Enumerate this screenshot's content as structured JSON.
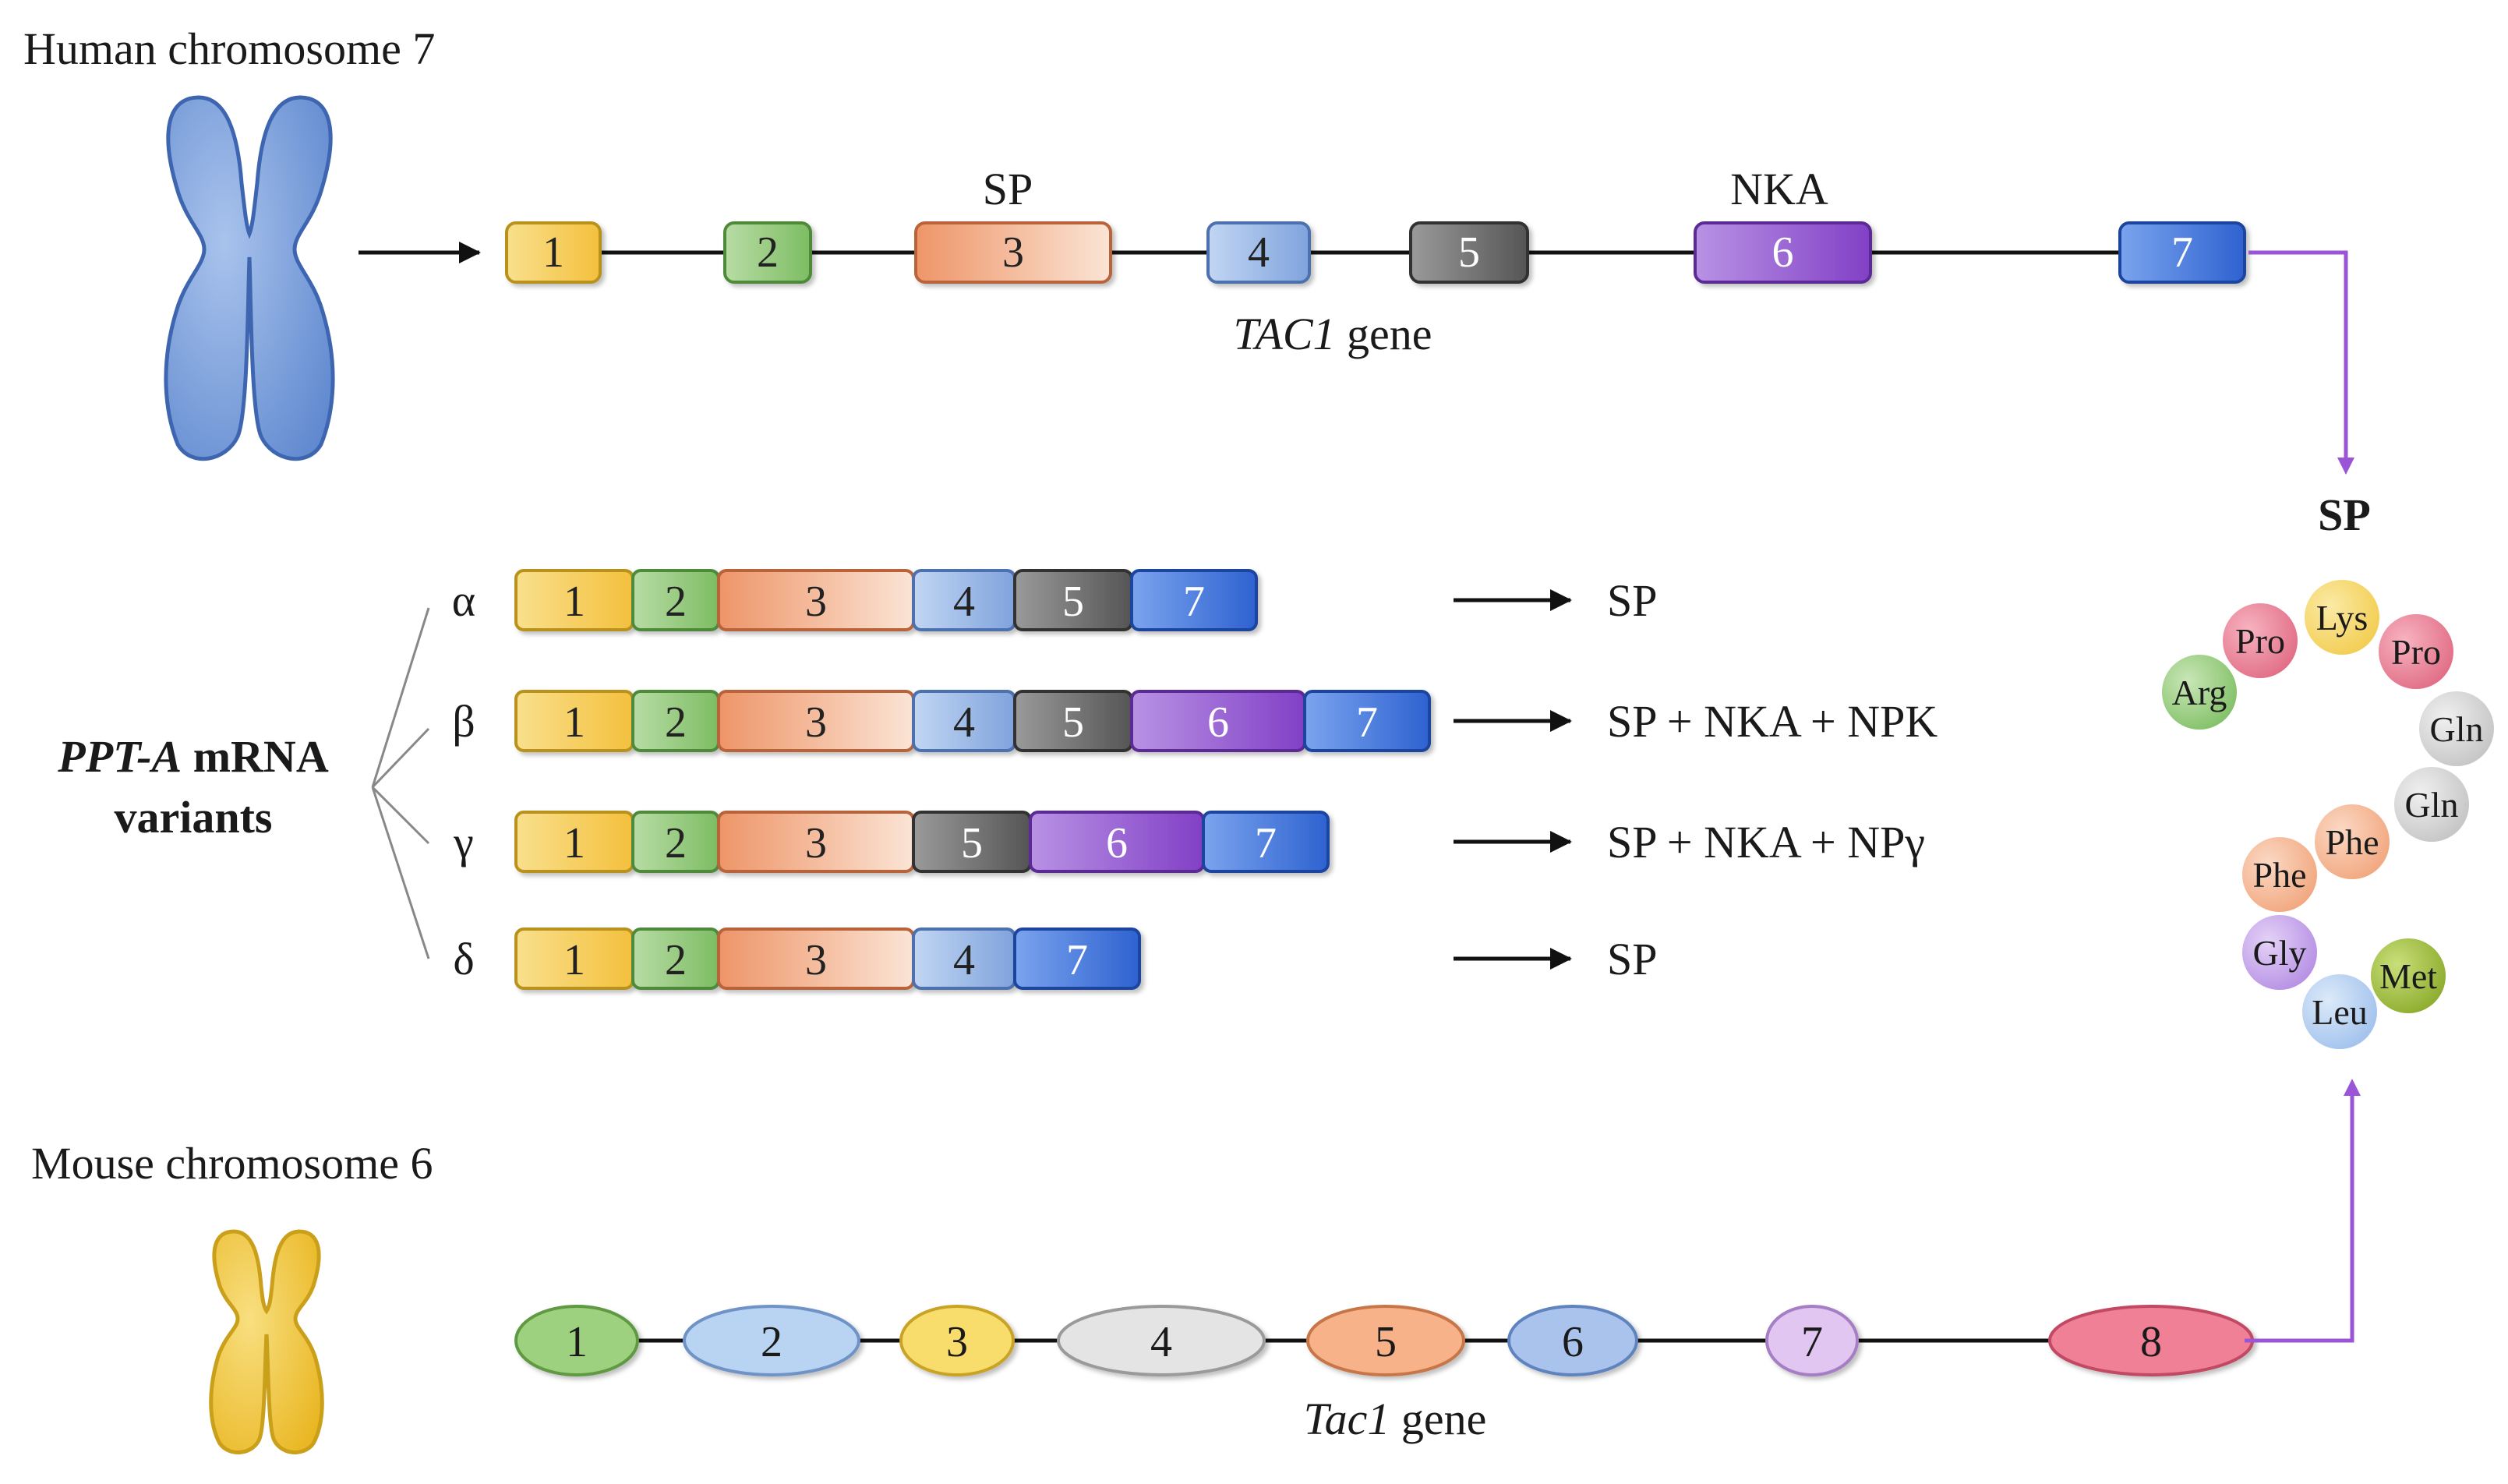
{
  "human": {
    "chromosome_label": "Human chromosome 7",
    "gene_label": "TAC1",
    "gene_suffix": " gene",
    "exons": [
      "1",
      "2",
      "3",
      "4",
      "5",
      "6",
      "7"
    ],
    "annotation_sp": "SP",
    "annotation_nka": "NKA"
  },
  "mrna": {
    "title_italic": "PPT-A",
    "title_rest": " mRNA",
    "title_line2": "variants",
    "variants": [
      {
        "name": "α",
        "exons": [
          "1",
          "2",
          "3",
          "4",
          "5",
          "7"
        ],
        "product": "SP"
      },
      {
        "name": "β",
        "exons": [
          "1",
          "2",
          "3",
          "4",
          "5",
          "6",
          "7"
        ],
        "product": "SP + NKA + NPK"
      },
      {
        "name": "γ",
        "exons": [
          "1",
          "2",
          "3",
          "5",
          "6",
          "7"
        ],
        "product": "SP + NKA + NPγ"
      },
      {
        "name": "δ",
        "exons": [
          "1",
          "2",
          "3",
          "4",
          "7"
        ],
        "product": "SP"
      }
    ]
  },
  "peptide": {
    "title": "SP",
    "residues": [
      "Arg",
      "Pro",
      "Lys",
      "Pro",
      "Gln",
      "Gln",
      "Phe",
      "Phe",
      "Gly",
      "Leu",
      "Met"
    ]
  },
  "mouse": {
    "chromosome_label": "Mouse chromosome 6",
    "gene_label": "Tac1",
    "gene_suffix": " gene",
    "exons": [
      "1",
      "2",
      "3",
      "4",
      "5",
      "6",
      "7",
      "8"
    ]
  },
  "colors": {
    "exon1": "#f7cc55",
    "exon2": "#8fc77a",
    "exon3": "#f0a077",
    "exon4": "#8eb0e2",
    "exon5": "#6b6b6b",
    "exon6": "#9457cf",
    "exon7": "#3e72d9",
    "human_chromosome": "#7aa2dd",
    "mouse_chromosome": "#f2c53a",
    "arrow_purple": "#9a55d6",
    "mouse_exon1": "#9dd07f",
    "mouse_exon2": "#b9d4f2",
    "mouse_exon3": "#f8dc6c",
    "mouse_exon4": "#e4e4e4",
    "mouse_exon5": "#f7b28a",
    "mouse_exon6": "#a9c3ec",
    "mouse_exon7": "#e2c6f2",
    "mouse_exon8": "#ef8095"
  }
}
